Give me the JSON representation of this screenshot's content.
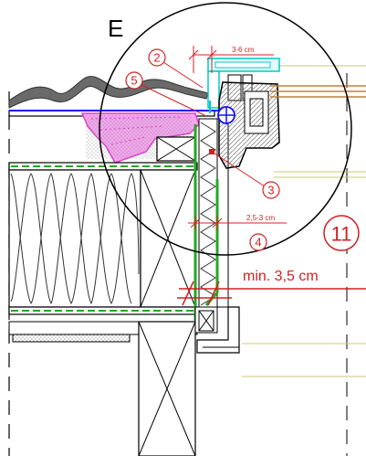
{
  "detail_letter": "E",
  "detail_number": "11",
  "dimensions": {
    "top_gap": "3-6 cm",
    "mid_gap": "2,5-3 cm",
    "min_overlap": "min. 3,5 cm"
  },
  "callouts": [
    "2",
    "5",
    "3",
    "4"
  ],
  "colors": {
    "annotation": "#d42020",
    "membrane": "#22aa22",
    "foam": "#e040d0",
    "frame": "#00c8c8",
    "tile": "#555555",
    "sealant_line": "#1010ff",
    "guide": "#c8c87a"
  }
}
